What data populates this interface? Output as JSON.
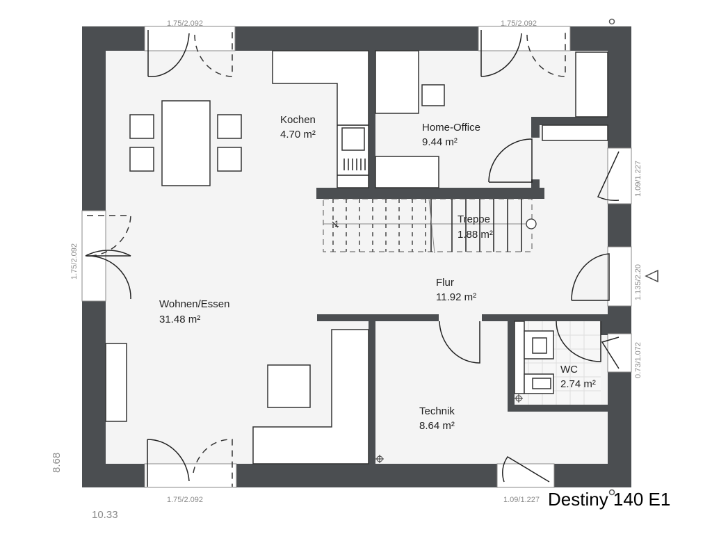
{
  "plan": {
    "title": "Destiny 140 E1",
    "overall_width": "10.33",
    "overall_depth": "8.68",
    "colors": {
      "wall": "#4b4e51",
      "floor": "#f4f4f4",
      "furniture": "#ffffff",
      "dimension_text": "#8a8a8a"
    }
  },
  "rooms": [
    {
      "name": "Kochen",
      "area": "4.70 m²"
    },
    {
      "name": "Home-Office",
      "area": "9.44 m²"
    },
    {
      "name": "Treppe",
      "area": "1.88 m²"
    },
    {
      "name": "Flur",
      "area": "11.92 m²"
    },
    {
      "name": "Wohnen/Essen",
      "area": "31.48 m²"
    },
    {
      "name": "Technik",
      "area": "8.64 m²"
    },
    {
      "name": "WC",
      "area": "2.74 m²"
    }
  ],
  "openings": {
    "top_left": "1.75/2.092",
    "top_right": "1.75/2.092",
    "left": "1.75/2.092",
    "bottom_left": "1.75/2.092",
    "bottom_right": "1.09/1.227",
    "right_upper": "1.09/1.227",
    "right_entrance": "1.135/2.20",
    "right_lower": "0.73/1.072"
  },
  "stair": {
    "start_label": "1"
  },
  "icons": {
    "entrance": "triangle-entrance-marker",
    "compass": "circle-marker"
  }
}
